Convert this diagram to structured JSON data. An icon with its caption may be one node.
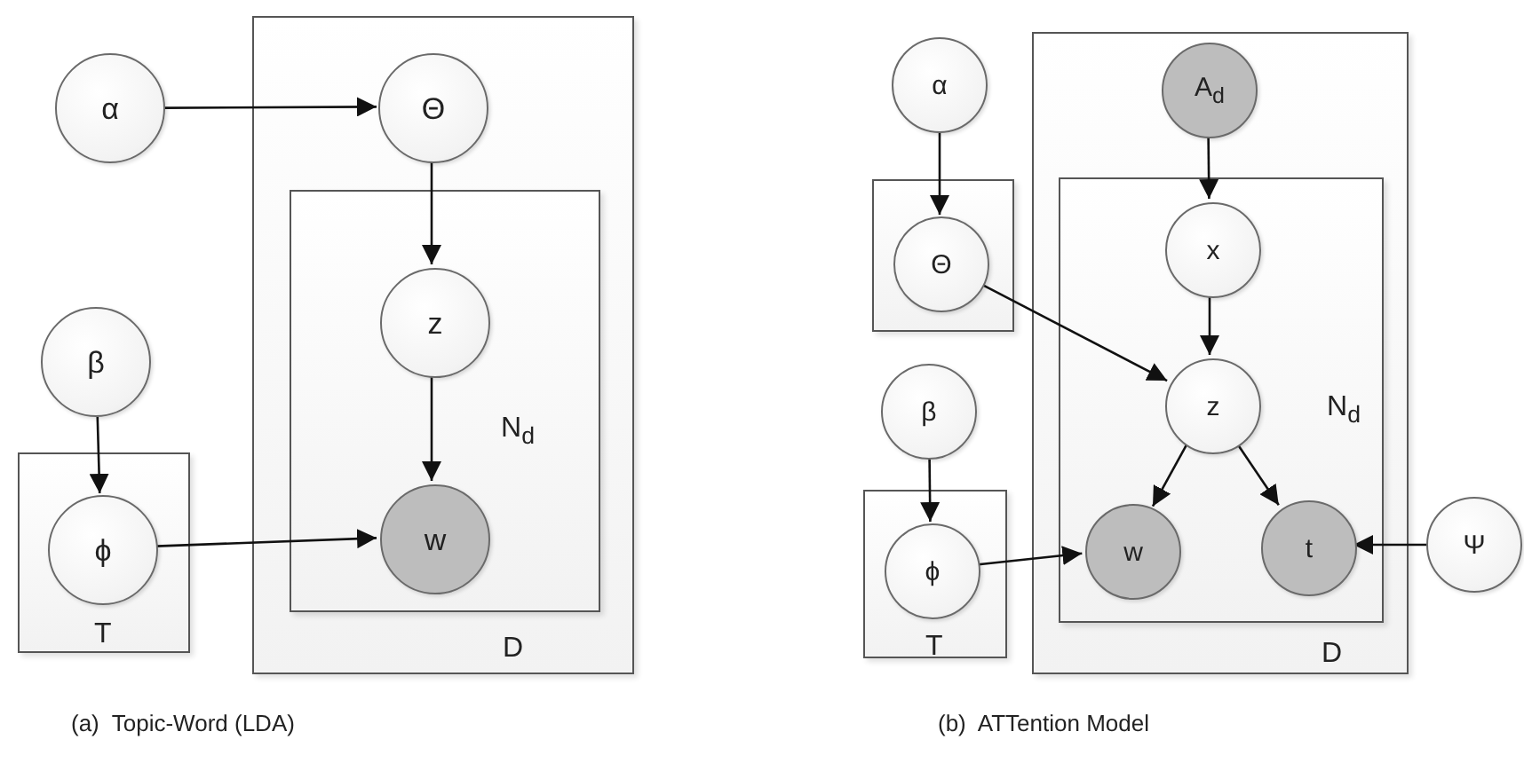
{
  "diagram": {
    "nodes": [
      {
        "text": [
          "α"
        ]
      },
      {
        "text": [
          "D"
        ]
      },
      {
        "text": [
          "Θ"
        ],
        "in": 1
      },
      {
        "text": [
          "N$_{d}$"
        ],
        "in": 1
      },
      {
        "text": [
          "z"
        ],
        "in": 3
      },
      {
        "text": [
          "w"
        ],
        "in": 3
      },
      {
        "text": [
          "β"
        ]
      },
      {
        "text": [
          "T"
        ]
      },
      {
        "text": [
          "ϕ"
        ],
        "in": 7
      },
      {
        "text": [
          "α"
        ]
      },
      {
        "text": [],
        "shape": "box"
      },
      {
        "text": [
          "Θ"
        ],
        "in": 10
      },
      {
        "text": [
          "β"
        ]
      },
      {
        "text": [
          "T"
        ]
      },
      {
        "text": [
          "ϕ"
        ],
        "in": 13
      },
      {
        "text": [
          "D"
        ]
      },
      {
        "text": [
          "A$_{d}$"
        ],
        "in": 15
      },
      {
        "text": [
          "N$_{d}$"
        ],
        "in": 15
      },
      {
        "text": [
          "x"
        ],
        "in": 17
      },
      {
        "text": [
          "z"
        ],
        "in": 17
      },
      {
        "text": [
          "w"
        ],
        "in": 17
      },
      {
        "text": [
          "t"
        ],
        "in": 17
      },
      {
        "text": [
          "Ψ"
        ]
      }
    ],
    "edges": [
      {
        "from": 0,
        "to": 2,
        "arrow": "to"
      },
      {
        "from": 2,
        "to": 4,
        "arrow": "to"
      },
      {
        "from": 4,
        "to": 5,
        "arrow": "to"
      },
      {
        "from": 6,
        "to": 8,
        "arrow": "to"
      },
      {
        "from": 8,
        "to": 5,
        "arrow": "to"
      },
      {
        "from": 9,
        "to": 11,
        "arrow": "to"
      },
      {
        "from": 11,
        "to": 19,
        "arrow": "to"
      },
      {
        "from": 12,
        "to": 14,
        "arrow": "to"
      },
      {
        "from": 14,
        "to": 20,
        "arrow": "to"
      },
      {
        "from": 16,
        "to": 18,
        "arrow": "to"
      },
      {
        "from": 18,
        "to": 19,
        "arrow": "to"
      },
      {
        "from": 19,
        "to": 20,
        "arrow": "to"
      },
      {
        "from": 19,
        "to": 21,
        "arrow": "to"
      },
      {
        "from": 22,
        "to": 21,
        "arrow": "to"
      }
    ],
    "labels": [
      "(a)  Topic-Word (LDA)",
      "(b)  ATTention Model"
    ]
  }
}
